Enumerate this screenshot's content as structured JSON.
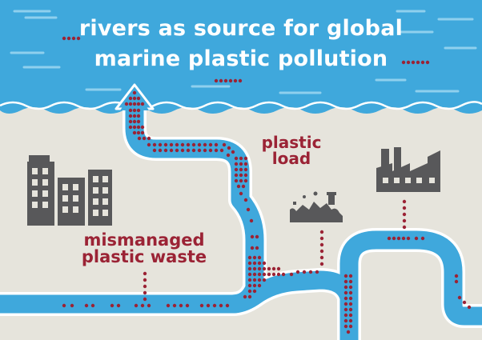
{
  "title": {
    "line1": "rivers as source for global",
    "line2": "marine plastic pollution"
  },
  "labels": {
    "plastic_load_1": "plastic",
    "plastic_load_2": "load",
    "mismanaged_1": "mismanaged",
    "mismanaged_2": "plastic waste"
  },
  "icons": [
    "factory-icon",
    "buildings-icon",
    "landfill-icon",
    "arrow-up-icon"
  ],
  "colors": {
    "sea": "#3fa8dc",
    "land": "#e6e4dc",
    "river": "#3fa8dc",
    "river_outline": "#ffffff",
    "plastic": "#9b2335",
    "icon": "#58585a",
    "title": "#ffffff",
    "wave": "#8fd0ee"
  }
}
